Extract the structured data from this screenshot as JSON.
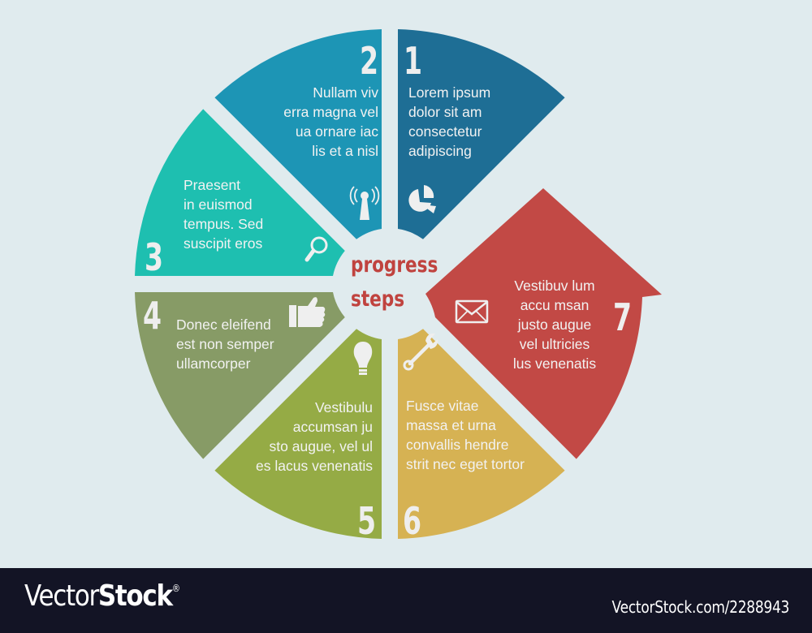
{
  "colors": {
    "background": "#e0ebee",
    "segment_1": "#1e6e95",
    "segment_2": "#1d95b5",
    "segment_3": "#1ebfb0",
    "segment_4": "#879b66",
    "segment_5": "#95ab45",
    "segment_6": "#d6b253",
    "segment_7": "#c24945",
    "center_text": "#c0433f",
    "footer_bg": "#131425"
  },
  "center": {
    "line_1": "progress",
    "line_2": "steps"
  },
  "segments": [
    {
      "number": "1",
      "icon": "pie-chart-icon",
      "lines": [
        "Lorem ipsum",
        "dolor sit am",
        "consectetur",
        "adipiscing"
      ]
    },
    {
      "number": "2",
      "icon": "antenna-icon",
      "lines": [
        "Nullam viv",
        "erra magna vel",
        "ua ornare iac",
        "lis et a nisl"
      ]
    },
    {
      "number": "3",
      "icon": "magnifier-icon",
      "lines": [
        "Praesent",
        "in euismod",
        "tempus. Sed",
        "suscipit eros"
      ]
    },
    {
      "number": "4",
      "icon": "thumbs-up-icon",
      "lines": [
        "Donec eleifend",
        "est non semper",
        "ullamcorper"
      ]
    },
    {
      "number": "5",
      "icon": "light-bulb-icon",
      "lines": [
        "Vestibulu",
        "accumsan ju",
        "sto augue, vel ul",
        "es lacus venenatis"
      ]
    },
    {
      "number": "6",
      "icon": "wrench-icon",
      "lines": [
        "Fusce vitae",
        "massa et urna",
        "convallis hendre",
        "strit nec eget tortor"
      ]
    },
    {
      "number": "7",
      "icon": "envelope-icon",
      "lines": [
        "Vestibuv lum",
        "accu msan",
        "justo augue",
        "vel ultricies",
        "lus venenatis"
      ]
    }
  ],
  "footer": {
    "brand_light": "Vector",
    "brand_bold": "Stock",
    "brand_mark": "®",
    "reference": "VectorStock.com/2288943"
  }
}
